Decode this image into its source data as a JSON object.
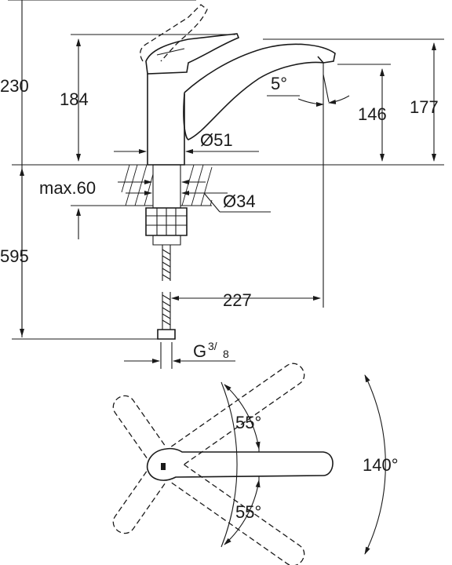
{
  "dimensions": {
    "total_height": "230",
    "spout_top_height": "184",
    "spout_height": "177",
    "outlet_height": "146",
    "spout_angle": "5°",
    "body_diameter": "Ø51",
    "mount_thickness": "max.60",
    "shank_diameter": "Ø34",
    "hose_length": "595",
    "spout_reach": "227",
    "thread_g": "G",
    "thread_frac": "3/",
    "thread_denom": "8"
  },
  "handle_angles": {
    "upper": "55°",
    "lower": "55°",
    "total": "140°"
  },
  "colors": {
    "line": "#1a1a1a",
    "background": "#ffffff"
  }
}
